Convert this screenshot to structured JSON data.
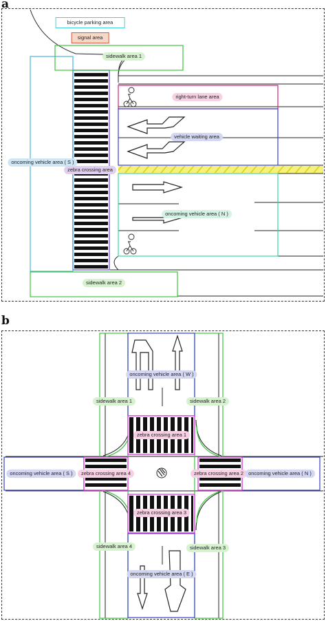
{
  "panel_a": {
    "letter": "a",
    "labels": {
      "bicycle_parking": "bicycle parking area",
      "signal": "signal area",
      "sidewalk_1": "sidewalk area 1",
      "right_turn": "right-turn lane area",
      "vehicle_waiting": "vehicle waiting area",
      "oncoming_s": "oncoming vehicle area ( S )",
      "zebra": "zebra crossing area",
      "oncoming_n": "oncoming vehicle area ( N )",
      "sidewalk_2": "sidewalk area 2"
    }
  },
  "panel_b": {
    "letter": "b",
    "labels": {
      "oncoming_w": "oncoming vehicle area ( W )",
      "sidewalk_1": "sidewalk area 1",
      "sidewalk_2": "sidewalk area 2",
      "zebra_1": "zebra crossing area 1",
      "oncoming_s": "oncoming vehicle area ( S )",
      "zebra_4": "zebra crossing area 4",
      "zebra_2": "zebra crossing area 2",
      "oncoming_n": "oncoming vehicle area ( N )",
      "zebra_3": "zebra crossing area 3",
      "sidewalk_4": "sidewalk area 4",
      "sidewalk_3": "sidewalk area 3",
      "oncoming_e": "oncoming vehicle area ( E )"
    }
  },
  "colors": {
    "sidewalk": "#3cc43c",
    "vehicle_area": "#3a3fc8",
    "oncoming_s_a": "#4ab6e0",
    "oncoming_n_a": "#38d6a8",
    "right_turn": "#d0207f",
    "zebra_border": "#e040e0",
    "lane_yellow": "#e8e020"
  }
}
